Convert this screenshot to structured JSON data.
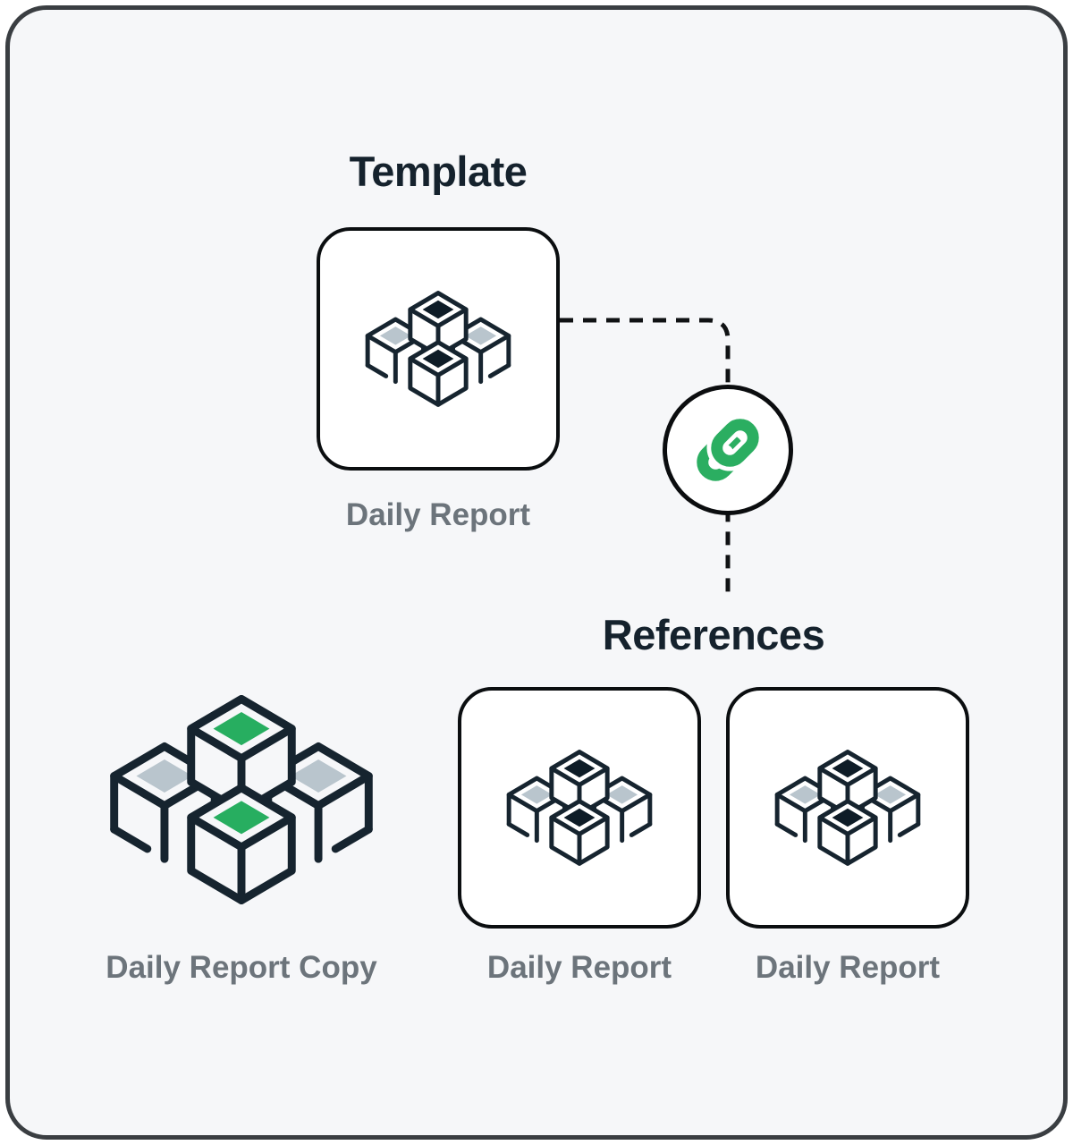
{
  "illustration": {
    "template": {
      "heading": "Template",
      "card_label": "Daily Report"
    },
    "references": {
      "heading": "References",
      "copy_label": "Daily Report Copy",
      "card_labels": [
        "Daily Report",
        "Daily Report"
      ]
    },
    "icons": {
      "card_icon": "cubes-icon",
      "copy_icon": "cubes-green-icon",
      "connector_icon": "chain-link-icon"
    },
    "colors": {
      "canvas_background": "#f6f7f9",
      "frame_border": "#3a3e42",
      "cube_outline": "#16242f",
      "cube_diamond_dark": "#0e1c27",
      "cube_diamond_gray": "#b9c5cd",
      "cube_diamond_green": "#27ae60",
      "link_green": "#2bae61",
      "card_border": "#0b0e10",
      "heading_text": "#15222d",
      "label_text": "#6c747b",
      "dashed_line": "#101214"
    }
  }
}
